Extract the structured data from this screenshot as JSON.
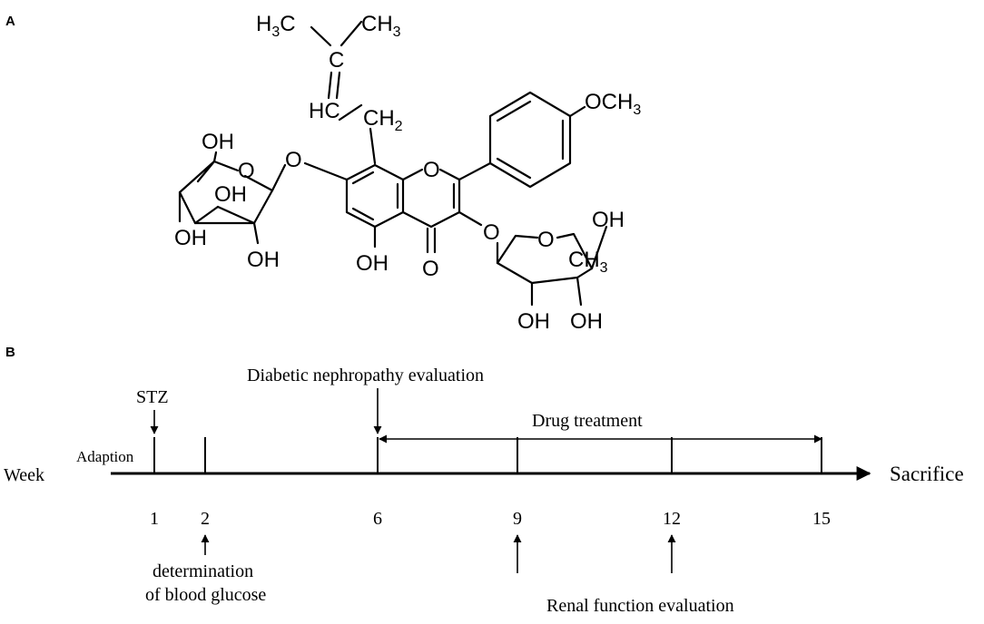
{
  "panel_a": {
    "label": "A",
    "atoms": {
      "h3c": "H",
      "h3c_sub": "3",
      "h3c_c": "C",
      "ch3_top": "CH",
      "ch3_top_sub": "3",
      "c": "C",
      "hc": "HC",
      "ch2": "CH",
      "ch2_sub": "2",
      "och3": "OCH",
      "och3_sub": "3",
      "oh1": "OH",
      "oh2": "OH",
      "oh3": "OH",
      "oh4": "OH",
      "o_link1": "O",
      "o_ring1": "O",
      "o_chromone": "O",
      "oh_5": "OH",
      "o_keto": "O",
      "o_link2": "O",
      "o_ring2": "O",
      "oh_r1": "OH",
      "oh_r2": "OH",
      "oh_r3": "OH",
      "ch3_r": "CH",
      "ch3_r_sub": "3"
    }
  },
  "panel_b": {
    "label": "B",
    "axis_label": "Week",
    "end_label": "Sacrifice",
    "adaption": "Adaption",
    "weeks": [
      {
        "label": "1",
        "value": 1
      },
      {
        "label": "2",
        "value": 2
      },
      {
        "label": "6",
        "value": 6
      },
      {
        "label": "9",
        "value": 9
      },
      {
        "label": "12",
        "value": 12
      },
      {
        "label": "15",
        "value": 15
      }
    ],
    "events": {
      "stz": "STZ",
      "dn_eval": "Diabetic nephropathy evaluation",
      "drug": "Drug treatment",
      "glucose_1": "determination",
      "glucose_2": "of blood glucose",
      "renal": "Renal function evaluation"
    }
  }
}
